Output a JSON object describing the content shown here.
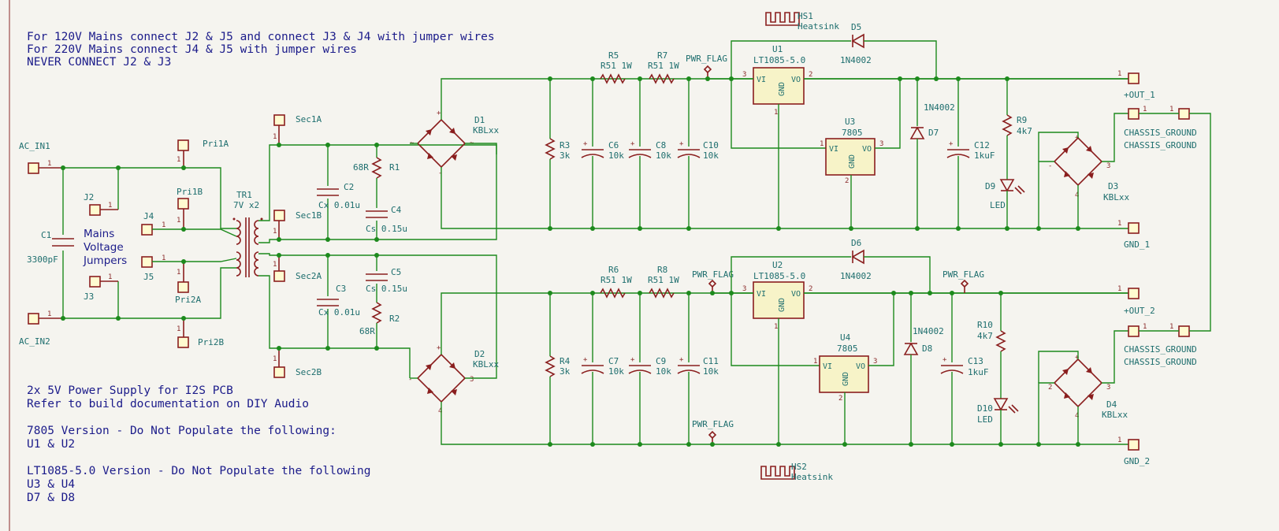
{
  "notes": {
    "mains": [
      "For 120V Mains connect J2 & J5 and connect J3 & J4 with jumper wires",
      "For 220V Mains connect J4 & J5 with jumper wires",
      "NEVER CONNECT J2 & J3"
    ],
    "build": [
      "2x 5V Power Supply for I2S PCB",
      "Refer to build documentation on DIY Audio",
      "",
      "7805 Version - Do Not Populate the following:",
      "U1 & U2",
      "",
      "LT1085-5.0 Version - Do Not Populate the following",
      "U3 & U4",
      "D7 & D8"
    ]
  },
  "mains_block": {
    "label": [
      "Mains",
      "Voltage",
      "Jumpers"
    ]
  },
  "connectors": {
    "ac_in1": "AC_IN1",
    "ac_in2": "AC_IN2",
    "j2": "J2",
    "j3": "J3",
    "j4": "J4",
    "j5": "J5",
    "pri1a": "Pri1A",
    "pri1b": "Pri1B",
    "pri2a": "Pri2A",
    "pri2b": "Pri2B",
    "sec1a": "Sec1A",
    "sec1b": "Sec1B",
    "sec2a": "Sec2A",
    "sec2b": "Sec2B",
    "out1": "+OUT_1",
    "gnd1": "GND_1",
    "out2": "+OUT_2",
    "gnd2": "GND_2",
    "chassis": "CHASSIS_GROUND"
  },
  "components": {
    "c1": {
      "ref": "C1",
      "value": "3300pF"
    },
    "tr1": {
      "ref": "TR1",
      "value": "7V x2"
    },
    "c2": {
      "ref": "C2",
      "value": "Cx 0.01u"
    },
    "c3": {
      "ref": "C3",
      "value": "Cx 0.01u"
    },
    "r1": {
      "ref": "R1",
      "value": "68R"
    },
    "r2": {
      "ref": "R2",
      "value": "68R"
    },
    "c4": {
      "ref": "C4",
      "value": "Cs 0.15u"
    },
    "c5": {
      "ref": "C5",
      "value": "Cs 0.15u"
    },
    "d1": {
      "ref": "D1",
      "value": "KBLxx"
    },
    "d2": {
      "ref": "D2",
      "value": "KBLxx"
    },
    "d3": {
      "ref": "D3",
      "value": "KBLxx"
    },
    "d4": {
      "ref": "D4",
      "value": "KBLxx"
    },
    "r3": {
      "ref": "R3",
      "value": "3k"
    },
    "r4": {
      "ref": "R4",
      "value": "3k"
    },
    "c6": {
      "ref": "C6",
      "value": "10k"
    },
    "c7": {
      "ref": "C7",
      "value": "10k"
    },
    "c8": {
      "ref": "C8",
      "value": "10k"
    },
    "c9": {
      "ref": "C9",
      "value": "10k"
    },
    "c10": {
      "ref": "C10",
      "value": "10k"
    },
    "c11": {
      "ref": "C11",
      "value": "10k"
    },
    "r5": {
      "ref": "R5",
      "value": "R51 1W"
    },
    "r6": {
      "ref": "R6",
      "value": "R51 1W"
    },
    "r7": {
      "ref": "R7",
      "value": "R51 1W"
    },
    "r8": {
      "ref": "R8",
      "value": "R51 1W"
    },
    "u1": {
      "ref": "U1",
      "value": "LT1085-5.0"
    },
    "u2": {
      "ref": "U2",
      "value": "LT1085-5.0"
    },
    "u3": {
      "ref": "U3",
      "value": "7805"
    },
    "u4": {
      "ref": "U4",
      "value": "7805"
    },
    "d5": {
      "ref": "D5",
      "value": "1N4002"
    },
    "d6": {
      "ref": "D6",
      "value": "1N4002"
    },
    "d7": {
      "ref": "D7",
      "value": "1N4002"
    },
    "d8": {
      "ref": "D8",
      "value": "1N4002"
    },
    "c12": {
      "ref": "C12",
      "value": "1kuF"
    },
    "c13": {
      "ref": "C13",
      "value": "1kuF"
    },
    "r9": {
      "ref": "R9",
      "value": "4k7"
    },
    "r10": {
      "ref": "R10",
      "value": "4k7"
    },
    "d9": {
      "ref": "D9",
      "value": "LED"
    },
    "d10": {
      "ref": "D10",
      "value": "LED"
    },
    "hs1": {
      "ref": "HS1",
      "value": "Heatsink"
    },
    "hs2": {
      "ref": "HS2",
      "value": "Heatsink"
    }
  },
  "pins": {
    "vi": "VI",
    "vo": "VO",
    "gnd": "GND"
  },
  "pwr_flag": "PWR_FLAG"
}
